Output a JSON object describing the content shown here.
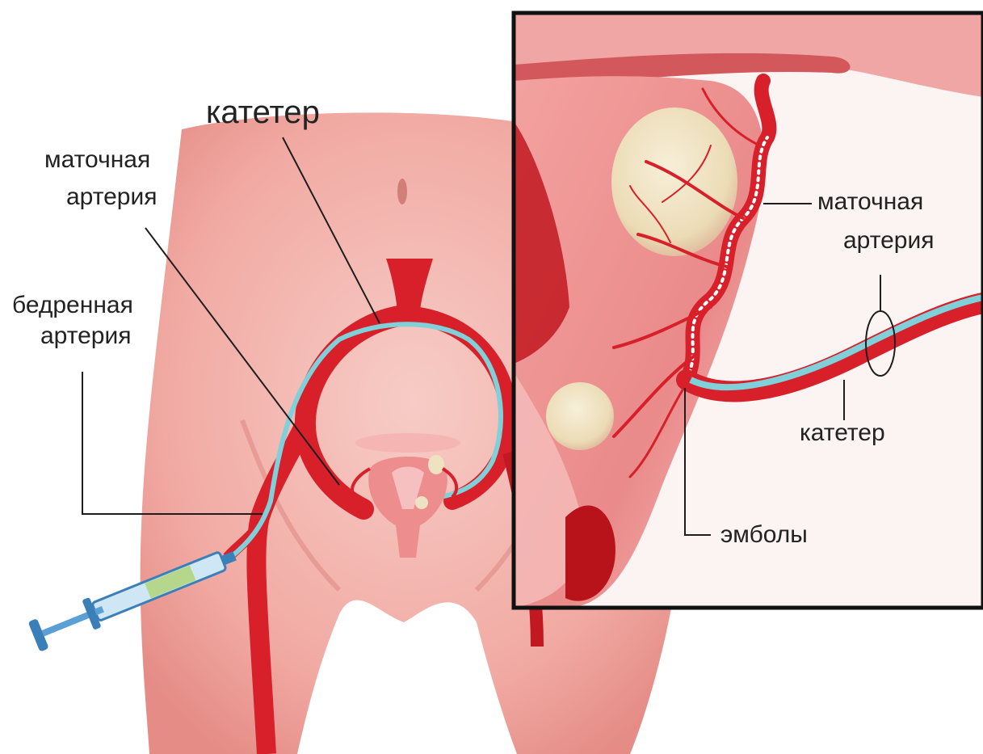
{
  "colors": {
    "skin": "#f3b7b0",
    "skin_shadow": "#e88f88",
    "artery": "#d8202a",
    "artery_dark": "#a3101a",
    "catheter": "#7fd0d8",
    "tissue": "#ef8e8e",
    "fibroid": "#efe2c2",
    "line": "#1e1e1e"
  },
  "labels": {
    "main_catheter": "катетер",
    "main_uterine_1": "маточная",
    "main_uterine_2": "артерия",
    "main_femoral_1": "бедренная",
    "main_femoral_2": "артерия",
    "inset_uterine_1": "маточная",
    "inset_uterine_2": "артерия",
    "inset_catheter": "катетер",
    "inset_emboli": "эмболы"
  },
  "icons": {
    "syringe": "syringe-icon",
    "fibroid": "fibroid-icon",
    "uterus": "uterus-icon"
  }
}
